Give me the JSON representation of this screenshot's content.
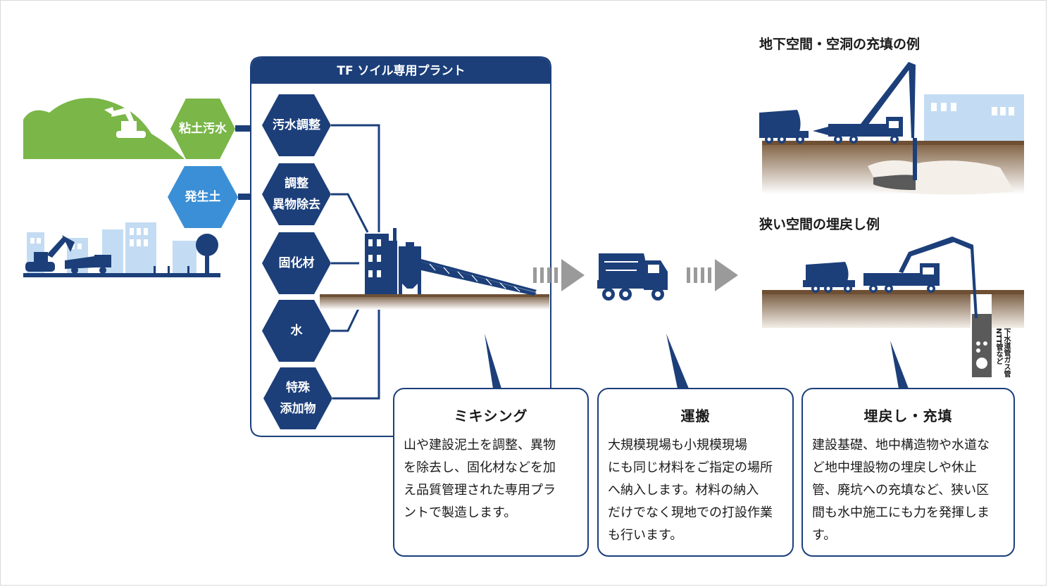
{
  "sources": {
    "clay_slurry": "粘土汚水",
    "excavated_soil": "発生土"
  },
  "plant": {
    "title": "TF ソイル専用プラント",
    "steps": {
      "slurry_adjust": "汚水調整",
      "adjust_line1": "調整",
      "adjust_line2": "異物除去",
      "solidifier": "固化材",
      "water": "水",
      "additive_line1": "特殊",
      "additive_line2": "添加物"
    }
  },
  "examples": {
    "underground_title": "地下空間・空洞の充填の例",
    "narrow_title": "狭い空間の埋戻し例",
    "pipe_label": "下水道管ガス管NTT管など"
  },
  "cards": [
    {
      "title": "ミキシング",
      "lines": [
        "山や建設泥土を調整、異物",
        "を除去し、固化材などを加",
        "え品質管理された専用プラ",
        "ントで製造します。"
      ]
    },
    {
      "title": "運搬",
      "lines": [
        "大規模現場も小規模現場",
        "にも同じ材料をご指定の場所",
        "へ納入します。材料の納入",
        "だけでなく現地での打設作業",
        "も行います。"
      ]
    },
    {
      "title": "埋戻し・充填",
      "lines": [
        "建設基礎、地中構造物や水道な",
        "ど地中埋設物の埋戻しや休止",
        "管、廃坑への充填など、狭い区",
        "間も水中施工にも力を発揮しま",
        "す。"
      ]
    }
  ],
  "colors": {
    "navy": "#1c3f7a",
    "green": "#7ab648",
    "light_blue": "#3b8fd6",
    "sky": "#c3dcf3",
    "soil": "#7a5a3a",
    "arrow_gray": "#9a9a9a"
  }
}
